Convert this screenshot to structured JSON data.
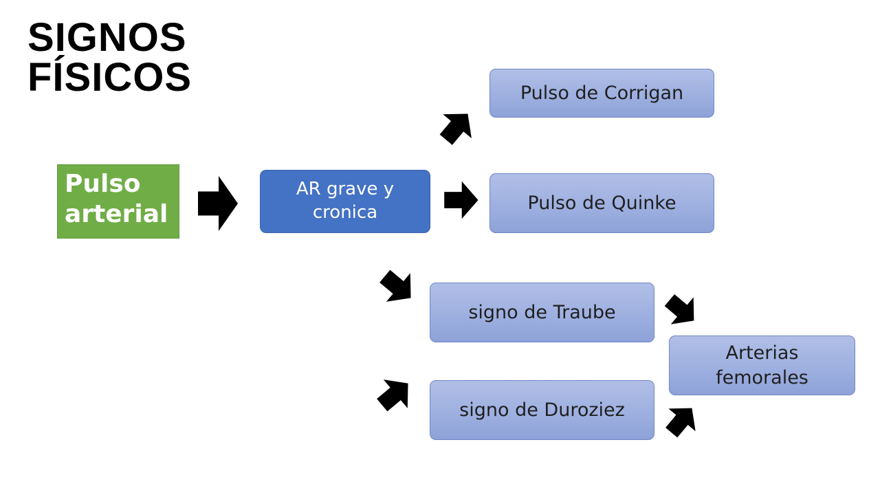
{
  "title": {
    "line1": "SIGNOS",
    "line2": "FÍSICOS"
  },
  "source": {
    "line1": "Pulso",
    "line2": "arterial"
  },
  "cause": {
    "line1": "AR grave y",
    "line2": "cronica"
  },
  "signs": {
    "corrigan": "Pulso de Corrigan",
    "quinke": "Pulso de Quinke",
    "traube": "signo de Traube",
    "duroziez": "signo de Duroziez"
  },
  "location": {
    "line1": "Arterias",
    "line2": "femorales"
  },
  "colors": {
    "source_fill": "#70ad47",
    "cause_fill": "#4472c4",
    "sign_fill": "#9eb0e0",
    "arrow": "#000000"
  },
  "icons": [
    "arrow-icon"
  ]
}
